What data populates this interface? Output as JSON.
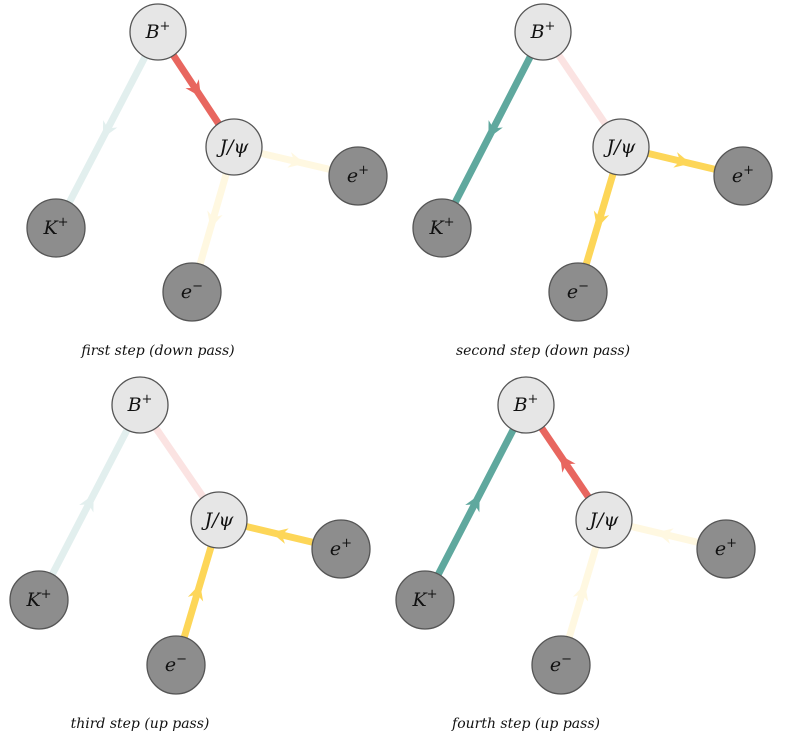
{
  "colors": {
    "b_to_jpsi": "#e8665f",
    "b_to_k": "#5fa89e",
    "jpsi_to_e": "#fdd658",
    "mother_node_fill": "#e6e6e6",
    "final_node_fill": "#8d8d8d",
    "node_stroke": "#555555"
  },
  "nodes": {
    "B": {
      "base": "B",
      "sup": "+"
    },
    "K": {
      "base": "K",
      "sup": "+"
    },
    "J": {
      "base": "J/ψ",
      "sup": ""
    },
    "ep": {
      "base": "e",
      "sup": "+"
    },
    "em": {
      "base": "e",
      "sup": "−"
    }
  },
  "panels": [
    {
      "caption": "first step (down pass)",
      "edges": [
        {
          "from": "B",
          "to": "K",
          "color": "b_to_k",
          "direction": "down",
          "active": false
        },
        {
          "from": "B",
          "to": "J",
          "color": "b_to_jpsi",
          "direction": "down",
          "active": true
        },
        {
          "from": "J",
          "to": "ep",
          "color": "jpsi_to_e",
          "direction": "down",
          "active": false
        },
        {
          "from": "J",
          "to": "em",
          "color": "jpsi_to_e",
          "direction": "down",
          "active": false
        }
      ]
    },
    {
      "caption": "second step (down pass)",
      "edges": [
        {
          "from": "B",
          "to": "K",
          "color": "b_to_k",
          "direction": "down",
          "active": true
        },
        {
          "from": "B",
          "to": "J",
          "color": "b_to_jpsi",
          "direction": "none",
          "active": false
        },
        {
          "from": "J",
          "to": "ep",
          "color": "jpsi_to_e",
          "direction": "down",
          "active": true
        },
        {
          "from": "J",
          "to": "em",
          "color": "jpsi_to_e",
          "direction": "down",
          "active": true
        }
      ]
    },
    {
      "caption": "third step (up pass)",
      "edges": [
        {
          "from": "B",
          "to": "K",
          "color": "b_to_k",
          "direction": "up",
          "active": false
        },
        {
          "from": "B",
          "to": "J",
          "color": "b_to_jpsi",
          "direction": "none",
          "active": false
        },
        {
          "from": "J",
          "to": "ep",
          "color": "jpsi_to_e",
          "direction": "up",
          "active": true
        },
        {
          "from": "J",
          "to": "em",
          "color": "jpsi_to_e",
          "direction": "up",
          "active": true
        }
      ]
    },
    {
      "caption": "fourth step (up pass)",
      "edges": [
        {
          "from": "B",
          "to": "K",
          "color": "b_to_k",
          "direction": "up",
          "active": true
        },
        {
          "from": "B",
          "to": "J",
          "color": "b_to_jpsi",
          "direction": "up",
          "active": true
        },
        {
          "from": "J",
          "to": "ep",
          "color": "jpsi_to_e",
          "direction": "up",
          "active": false
        },
        {
          "from": "J",
          "to": "em",
          "color": "jpsi_to_e",
          "direction": "up",
          "active": false
        }
      ]
    }
  ]
}
